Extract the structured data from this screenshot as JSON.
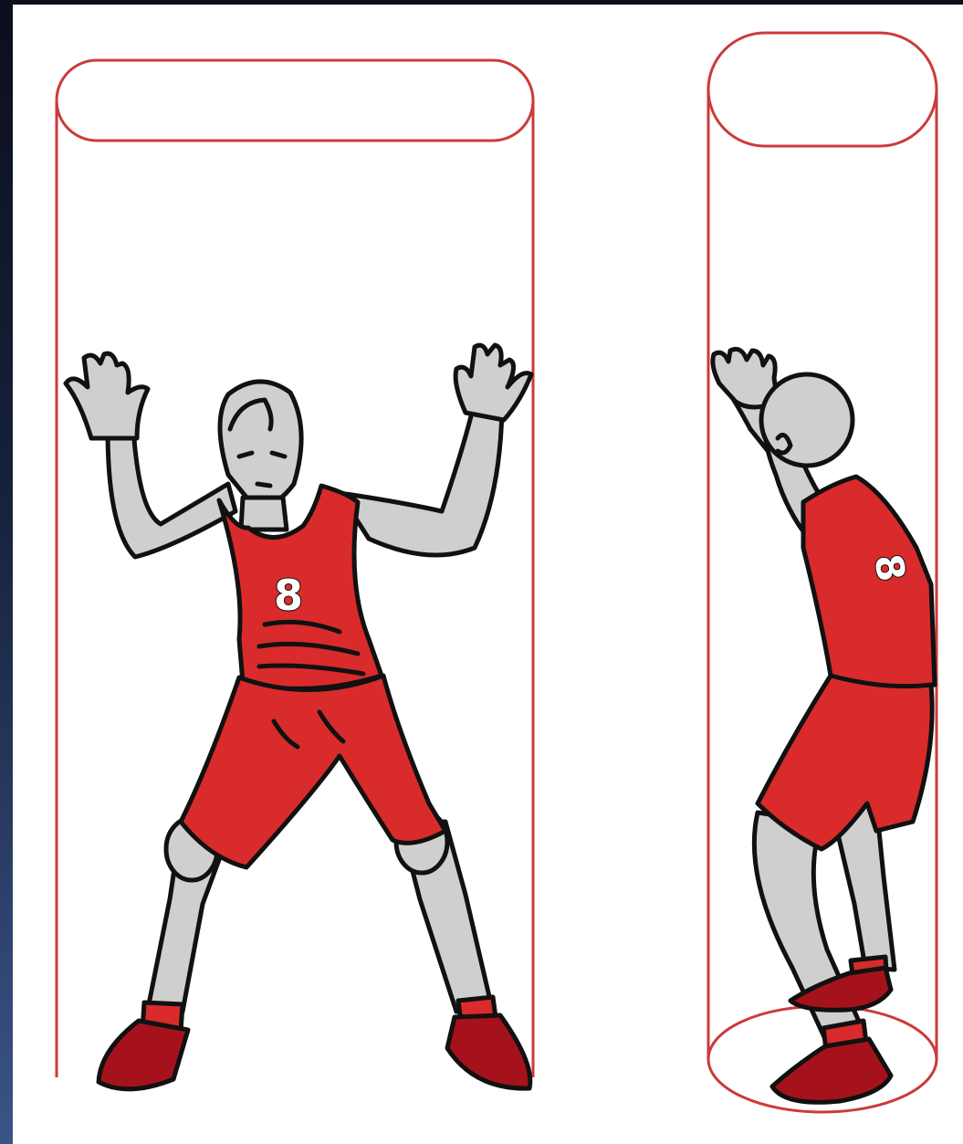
{
  "figure": {
    "players": [
      {
        "view": "front",
        "jersey_number": "8"
      },
      {
        "view": "side",
        "jersey_number": "8"
      }
    ],
    "colors": {
      "cylinder_outline": "#cc3a3a",
      "uniform": "#d92b2b",
      "shoes": "#a6121c",
      "skin": "#cfcfcf",
      "outline": "#111111"
    }
  }
}
